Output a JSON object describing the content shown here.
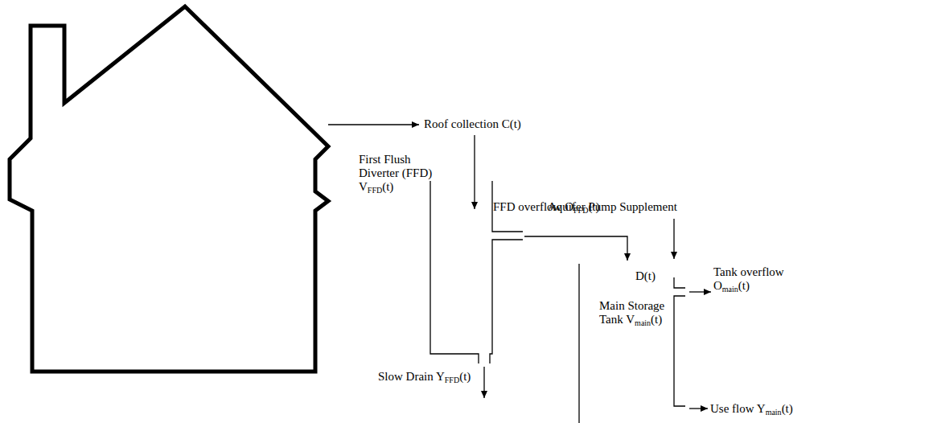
{
  "diagram": {
    "labels": [
      "Roof collection C(t)",
      "First Flush Diverter (FFD) VFFD(t)",
      "FFD overflow OFFD(t)",
      "Aquifer Pump Supplement",
      "D(t)",
      "Tank overflow Omain(t)",
      "Main Storage Tank Vmain(t)",
      "Slow Drain YFFD(t)",
      "Use flow Ymain(t)"
    ]
  }
}
